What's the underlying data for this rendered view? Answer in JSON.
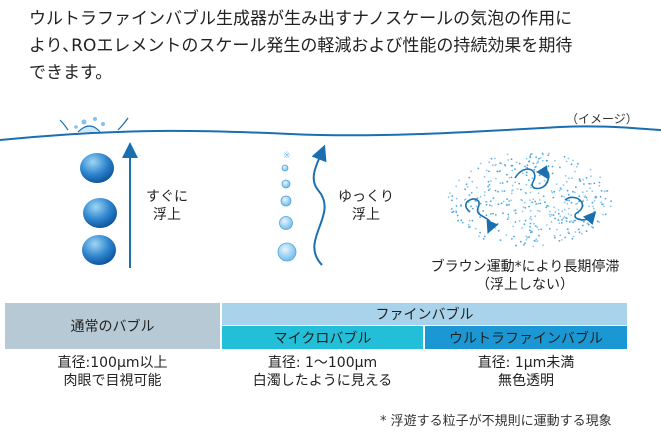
{
  "intro": {
    "line1": "ウルトラファインバブル生成器が生み出すナノスケールの気泡の作用に",
    "line2": "より､ROエレメントのスケール発生の軽減および性能の持続効果を期待",
    "line3": "できます。"
  },
  "image_note": "（イメージ）",
  "labels": {
    "normal_motion_1": "すぐに",
    "normal_motion_2": "浮上",
    "micro_motion_1": "ゆっくり",
    "micro_motion_2": "浮上",
    "ultra_motion_1": "ブラウン運動*により長期停滞",
    "ultra_motion_2": "（浮上しない）"
  },
  "table": {
    "normal_header": "通常のバブル",
    "fine_header": "ファインバブル",
    "micro_header": "マイクロバブル",
    "ultra_header": "ウルトラファインバブル",
    "normal_desc_1": "直径:100μm以上",
    "normal_desc_2": "肉眼で目視可能",
    "micro_desc_1": "直径: 1～100μm",
    "micro_desc_2": "白濁したように見える",
    "ultra_desc_1": "直径: 1μm未満",
    "ultra_desc_2": "無色透明"
  },
  "footnote": "* 浮遊する粒子が不規則に運動する現象",
  "colors": {
    "normal_header_bg": "#b7c9d4",
    "fine_header_bg": "#a8d3eb",
    "micro_header_bg": "#23bfd9",
    "ultra_header_bg": "#1b98d4",
    "water_line": "#1a6fb0",
    "bubble_dark": "#0d5aa6",
    "bubble_light": "#7fc2ec"
  }
}
